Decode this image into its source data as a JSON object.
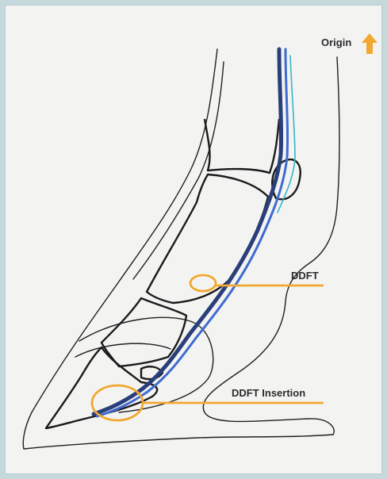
{
  "labels": {
    "origin": "Origin",
    "ddft": "DDFT",
    "ddft_insertion": "DDFT Insertion"
  },
  "colors": {
    "outline": "#1f1f1f",
    "tendon_dark": "#2a3f7a",
    "tendon_blue": "#3f6bd0",
    "tendon_cyan": "#35b5c8",
    "highlight": "#f0a830",
    "background": "#f3f4f2",
    "border": "#c5d8dc"
  },
  "icons": {
    "origin_arrow": "up-arrow-icon"
  }
}
